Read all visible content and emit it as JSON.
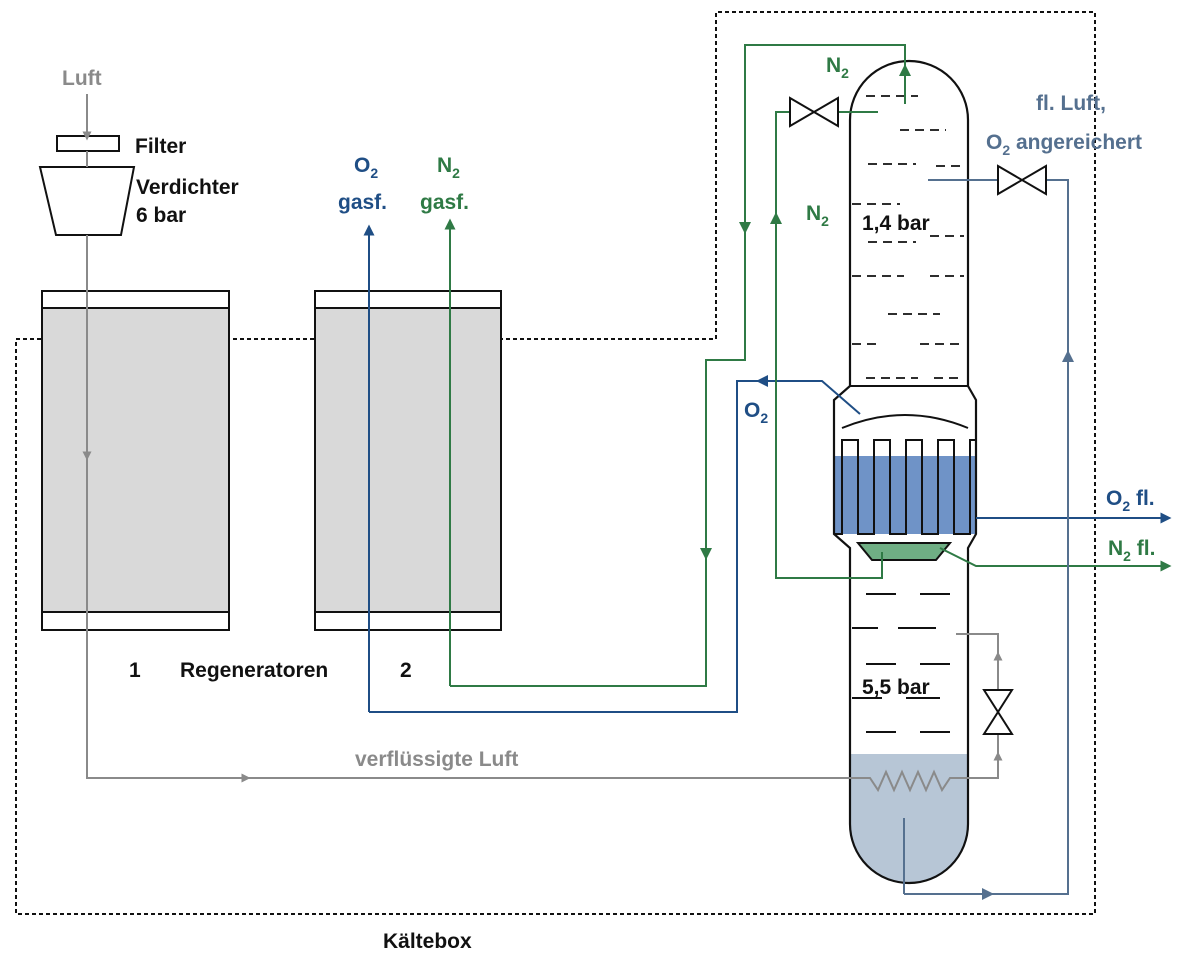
{
  "labels": {
    "luft": "Luft",
    "filter": "Filter",
    "verdichter_line1": "Verdichter",
    "verdichter_line2": "6 bar",
    "o2_gas_sym": "O",
    "o2_gas_sub": "2",
    "o2_gas_word": "gasf.",
    "n2_gas_sym": "N",
    "n2_gas_sub": "2",
    "n2_gas_word": "gasf.",
    "n2_top_sym": "N",
    "n2_top_sub": "2",
    "n2_mid_sym": "N",
    "n2_mid_sub": "2",
    "o2_mid_sym": "O",
    "o2_mid_sub": "2",
    "pressure_top": "1,4 bar",
    "pressure_bottom": "5,5 bar",
    "fl_luft_line1": "fl. Luft,",
    "fl_luft_sym": "O",
    "fl_luft_sub": "2",
    "fl_luft_word": " angereichert",
    "o2_fl_sym": "O",
    "o2_fl_sub": "2",
    "o2_fl_word": " fl.",
    "n2_fl_sym": "N",
    "n2_fl_sub": "2",
    "n2_fl_word": " fl.",
    "regen_num1": "1",
    "regenerators": "Regeneratoren",
    "regen_num2": "2",
    "verfluessigte_luft": "verflüssigte Luft",
    "kaeltebox": "Kältebox"
  },
  "colors": {
    "air_gray": "#8a8a8a",
    "oxygen_blue": "#1f4e85",
    "nitrogen_green": "#2f7a45",
    "liquid_air_slate": "#55708f",
    "regenerator_fill": "#d9d9d9",
    "liquid_o2_fill": "#6f93c7",
    "liquid_n2_fill": "#6fae84",
    "sump_fill": "#b7c6d6"
  }
}
